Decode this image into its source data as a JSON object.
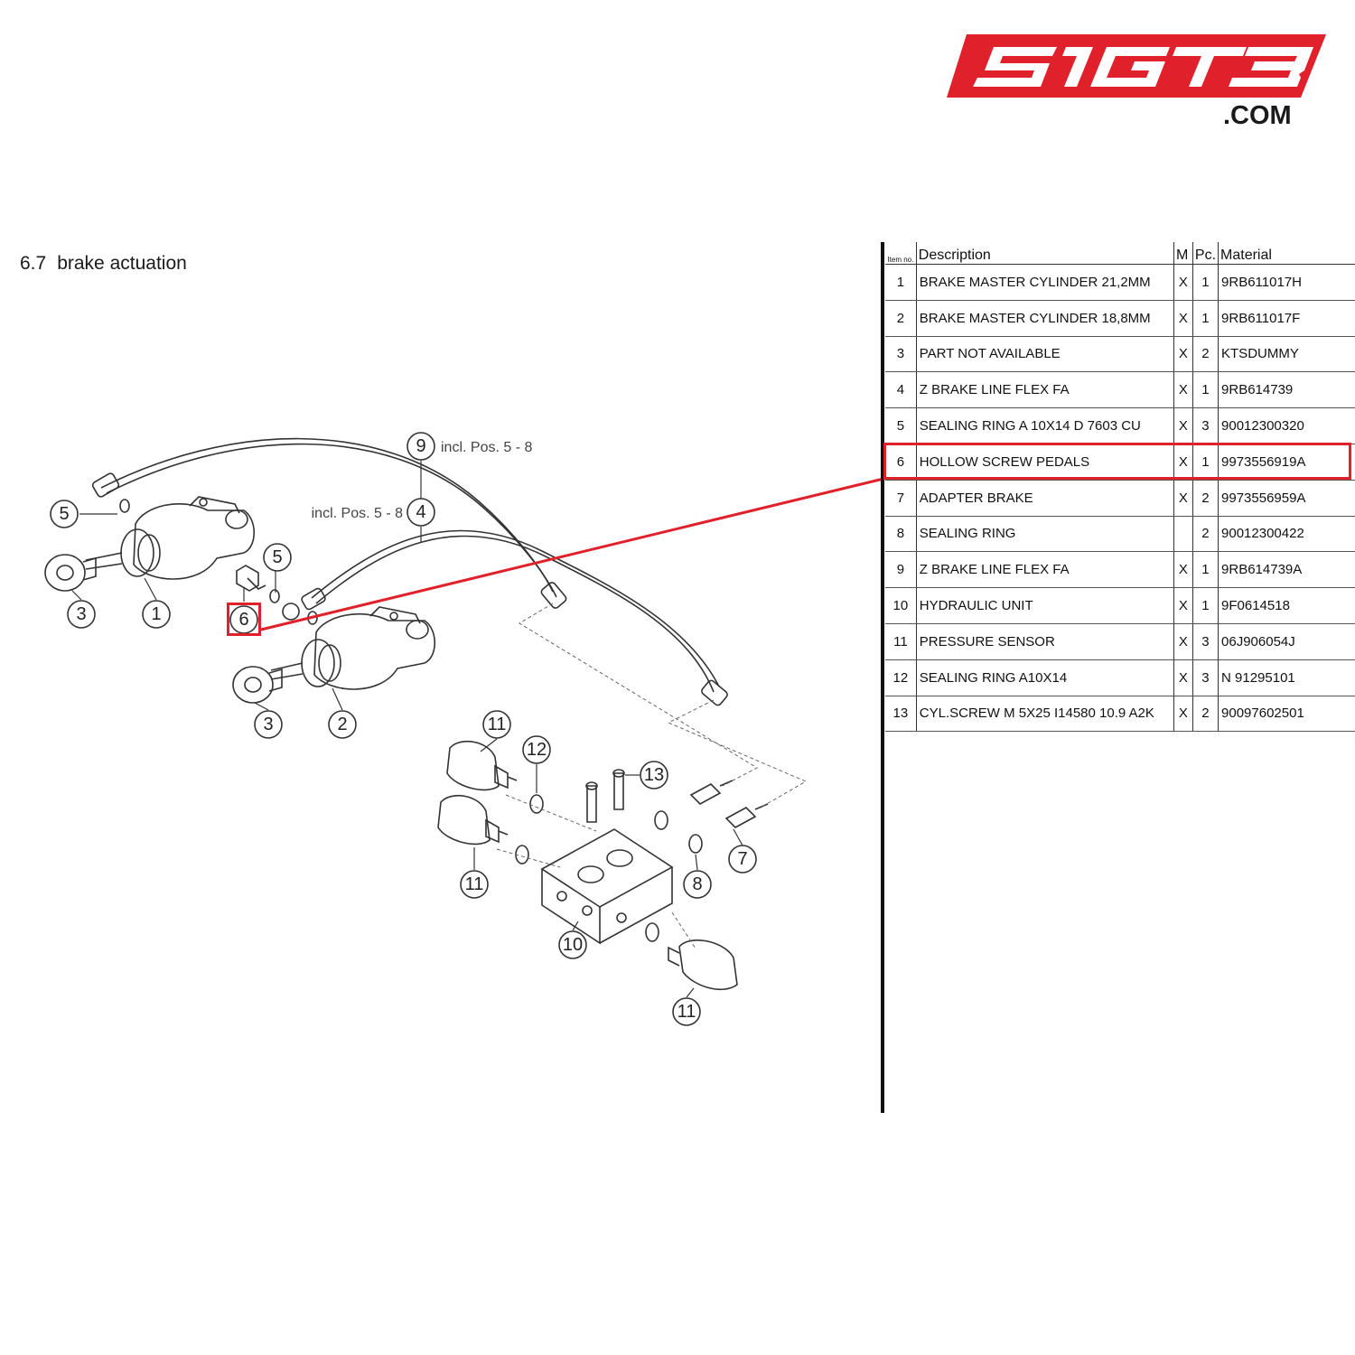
{
  "logo": {
    "text": "SIGT3",
    "suffix": ".COM",
    "color": "#e0202a"
  },
  "section": {
    "number": "6.7",
    "title": "brake actuation"
  },
  "diagram": {
    "notes": [
      {
        "label": "incl. Pos. 5 - 8"
      },
      {
        "label": "incl. Pos. 5 - 8"
      }
    ],
    "callouts": [
      "1",
      "2",
      "3",
      "3",
      "4",
      "5",
      "5",
      "6",
      "7",
      "8",
      "9",
      "10",
      "11",
      "11",
      "11",
      "12",
      "13"
    ]
  },
  "table": {
    "headers": {
      "item": "Item no.",
      "description": "Description",
      "m": "M",
      "pc": "Pc.",
      "material": "Material"
    },
    "rows": [
      {
        "item": "1",
        "description": "BRAKE MASTER CYLINDER 21,2MM",
        "m": "X",
        "pc": "1",
        "material": "9RB611017H"
      },
      {
        "item": "2",
        "description": "BRAKE MASTER CYLINDER 18,8MM",
        "m": "X",
        "pc": "1",
        "material": "9RB611017F"
      },
      {
        "item": "3",
        "description": "PART NOT AVAILABLE",
        "m": "X",
        "pc": "2",
        "material": "KTSDUMMY"
      },
      {
        "item": "4",
        "description": "Z BRAKE LINE FLEX FA",
        "m": "X",
        "pc": "1",
        "material": "9RB614739"
      },
      {
        "item": "5",
        "description": "SEALING RING A 10X14 D 7603 CU",
        "m": "X",
        "pc": "3",
        "material": "90012300320"
      },
      {
        "item": "6",
        "description": "HOLLOW SCREW PEDALS",
        "m": "X",
        "pc": "1",
        "material": "9973556919A"
      },
      {
        "item": "7",
        "description": "ADAPTER BRAKE",
        "m": "X",
        "pc": "2",
        "material": "9973556959A"
      },
      {
        "item": "8",
        "description": "SEALING RING",
        "m": "",
        "pc": "2",
        "material": "90012300422"
      },
      {
        "item": "9",
        "description": "Z BRAKE LINE FLEX FA",
        "m": "X",
        "pc": "1",
        "material": "9RB614739A"
      },
      {
        "item": "10",
        "description": "HYDRAULIC UNIT",
        "m": "X",
        "pc": "1",
        "material": "9F0614518"
      },
      {
        "item": "11",
        "description": "PRESSURE SENSOR",
        "m": "X",
        "pc": "3",
        "material": "06J906054J"
      },
      {
        "item": "12",
        "description": "SEALING RING A10X14",
        "m": "X",
        "pc": "3",
        "material": "N 91295101"
      },
      {
        "item": "13",
        "description": "CYL.SCREW M 5X25 I14580 10.9 A2K",
        "m": "X",
        "pc": "2",
        "material": "90097602501"
      }
    ]
  },
  "highlight": {
    "item": "6",
    "color": "#e0202a"
  }
}
